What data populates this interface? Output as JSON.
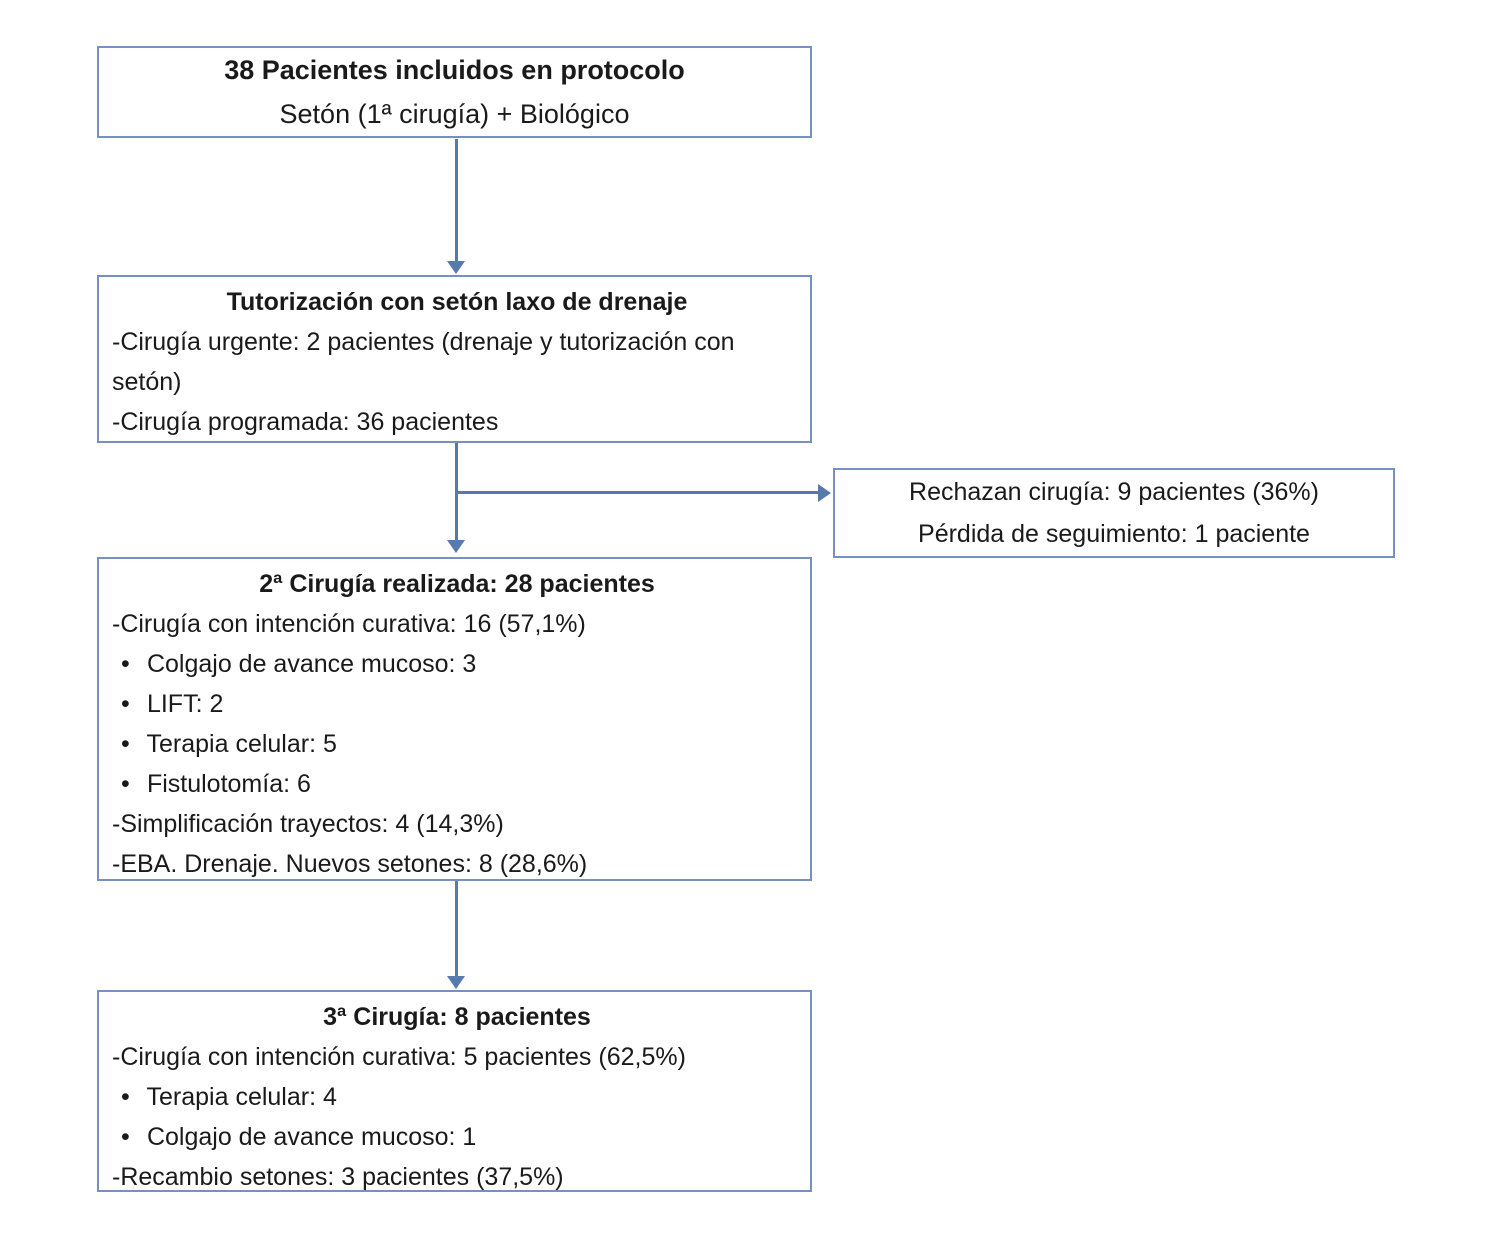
{
  "diagram": {
    "background_color": "#ffffff",
    "border_color": "#7691c1",
    "arrow_color": "#5679ae",
    "text_color": "#1a1a1a",
    "box_protocol": {
      "title": "38 Pacientes incluidos en protocolo",
      "subtitle": "Setón (1ª cirugía) + Biológico"
    },
    "box_tutorizacion": {
      "title": "Tutorización con setón laxo de drenaje",
      "lines": [
        {
          "marker": "",
          "text": "-Cirugía urgente: 2 pacientes (drenaje y tutorización con setón)"
        },
        {
          "marker": "",
          "text": "-Cirugía programada: 36 pacientes"
        }
      ]
    },
    "box_exclusion": {
      "lines": [
        {
          "text": "Rechazan cirugía: 9 pacientes (36%)"
        },
        {
          "text": "Pérdida de seguimiento: 1 paciente"
        }
      ]
    },
    "box_segunda_cirugia": {
      "title": "2ª Cirugía realizada: 28 pacientes",
      "lines": [
        {
          "marker": "",
          "text": "-Cirugía con intención curativa: 16 (57,1%)"
        },
        {
          "marker": "•",
          "text": "Colgajo de avance mucoso: 3"
        },
        {
          "marker": "•",
          "text": "LIFT: 2"
        },
        {
          "marker": "•",
          "text": "Terapia celular: 5"
        },
        {
          "marker": "•",
          "text": "Fistulotomía: 6"
        },
        {
          "marker": "",
          "text": "-Simplificación trayectos: 4 (14,3%)"
        },
        {
          "marker": "",
          "text": "-EBA. Drenaje. Nuevos setones: 8 (28,6%)"
        }
      ]
    },
    "box_tercera_cirugia": {
      "title": "3ª Cirugía: 8 pacientes",
      "lines": [
        {
          "marker": "",
          "text": "-Cirugía con intención curativa: 5 pacientes (62,5%)"
        },
        {
          "marker": "•",
          "text": "Terapia celular: 4"
        },
        {
          "marker": "•",
          "text": "Colgajo de avance mucoso: 1"
        },
        {
          "marker": "",
          "text": "-Recambio setones: 3 pacientes (37,5%)"
        }
      ]
    }
  }
}
